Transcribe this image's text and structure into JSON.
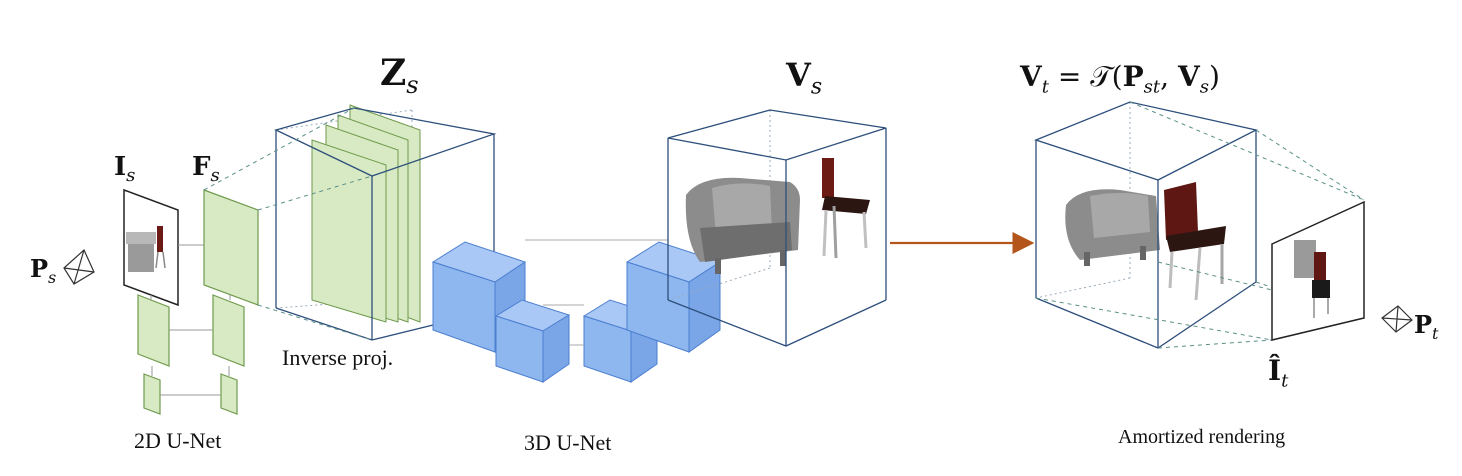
{
  "labels": {
    "input_image": {
      "base": "I",
      "sub": "s"
    },
    "features_2d": {
      "base": "F",
      "sub": "s"
    },
    "volume_z": {
      "base": "Z",
      "sub": "s"
    },
    "volume_v": {
      "base": "V",
      "sub": "s"
    },
    "transform_lhs": {
      "base": "V",
      "sub": "t"
    },
    "transform_rhs": "= 𝒯(",
    "transform_p": {
      "base": "P",
      "sub": "st"
    },
    "transform_v": {
      "base": "V",
      "sub": "s"
    },
    "transform_close": ")",
    "pose_source": {
      "base": "P",
      "sub": "s"
    },
    "pose_target": {
      "base": "P",
      "sub": "t"
    },
    "rendered_image": {
      "base": "Î",
      "sub": "t"
    }
  },
  "captions": {
    "unet2d": "2D U-Net",
    "inverse_proj": "Inverse proj.",
    "unet3d": "3D U-Net",
    "amortized": "Amortized rendering"
  },
  "colors": {
    "green_fill": "#d8eac4",
    "green_stroke": "#6f9a4c",
    "blue_fill": "#8fb7ef",
    "blue_stroke": "#4b7fd0",
    "box_stroke": "#2d4f7c",
    "arrow": "#b4561c"
  }
}
